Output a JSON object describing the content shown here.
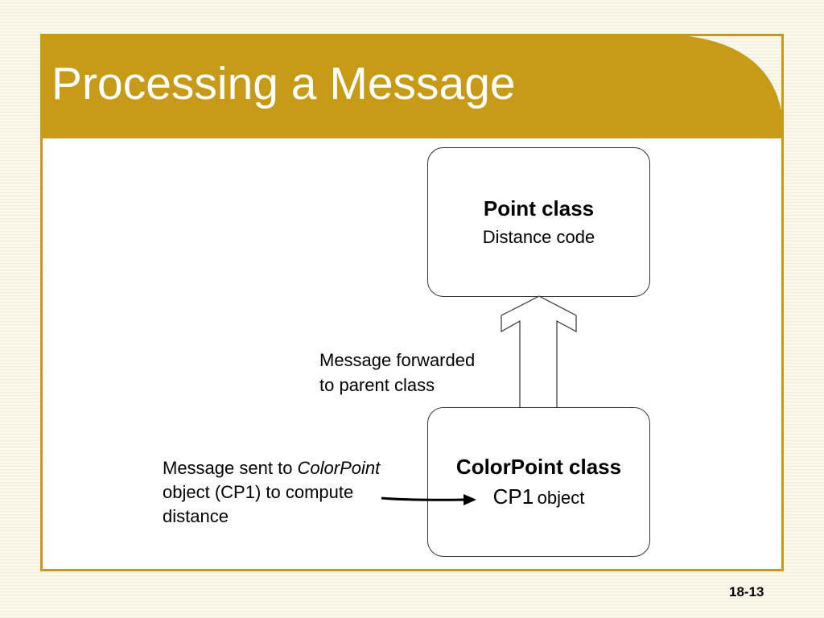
{
  "slide": {
    "title": "Processing a Message",
    "page_number": "18-13",
    "header_color": "#c79a17",
    "frame_color": "#c79a17"
  },
  "diagram": {
    "parent_box": {
      "heading": "Point class",
      "sub": "Distance code"
    },
    "child_box": {
      "heading": "ColorPoint class",
      "sub_large": "CP1",
      "sub_small": "object"
    },
    "forward_label": {
      "line1": "Message forwarded",
      "line2": "to parent class"
    },
    "sent_label": {
      "line1_prefix": "Message sent to ",
      "line1_italic": "ColorPoint",
      "line2": "object (CP1) to compute",
      "line3": "distance"
    },
    "arrows": [
      {
        "name": "inheritance-arrow",
        "from": "child_box",
        "to": "parent_box",
        "style": "hollow-block"
      },
      {
        "name": "message-arrow",
        "from": "sent_label",
        "to": "child_box",
        "style": "solid-line"
      }
    ]
  }
}
